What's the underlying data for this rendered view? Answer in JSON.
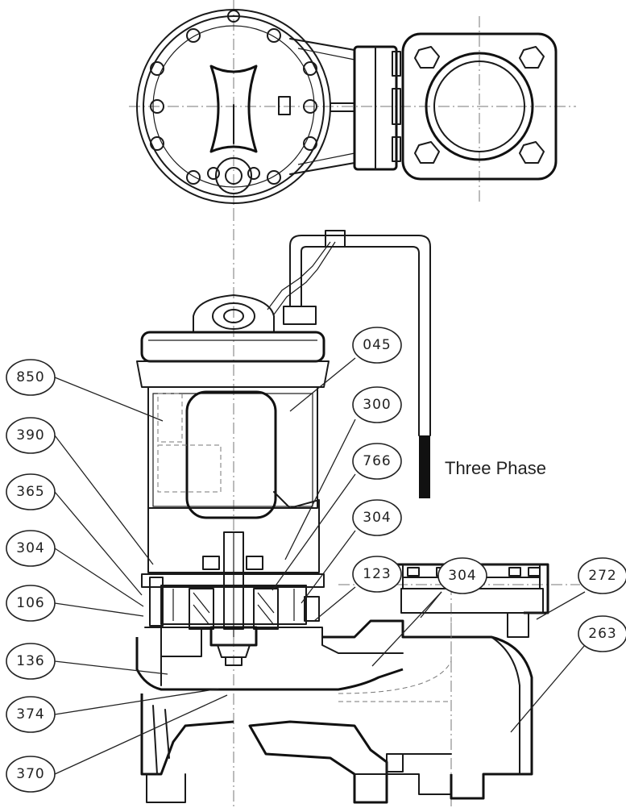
{
  "annotation": "Three Phase",
  "callouts": [
    "850",
    "390",
    "365",
    "304",
    "106",
    "136",
    "374",
    "370",
    "045",
    "300",
    "766",
    "304",
    "123",
    "304",
    "272",
    "263"
  ]
}
